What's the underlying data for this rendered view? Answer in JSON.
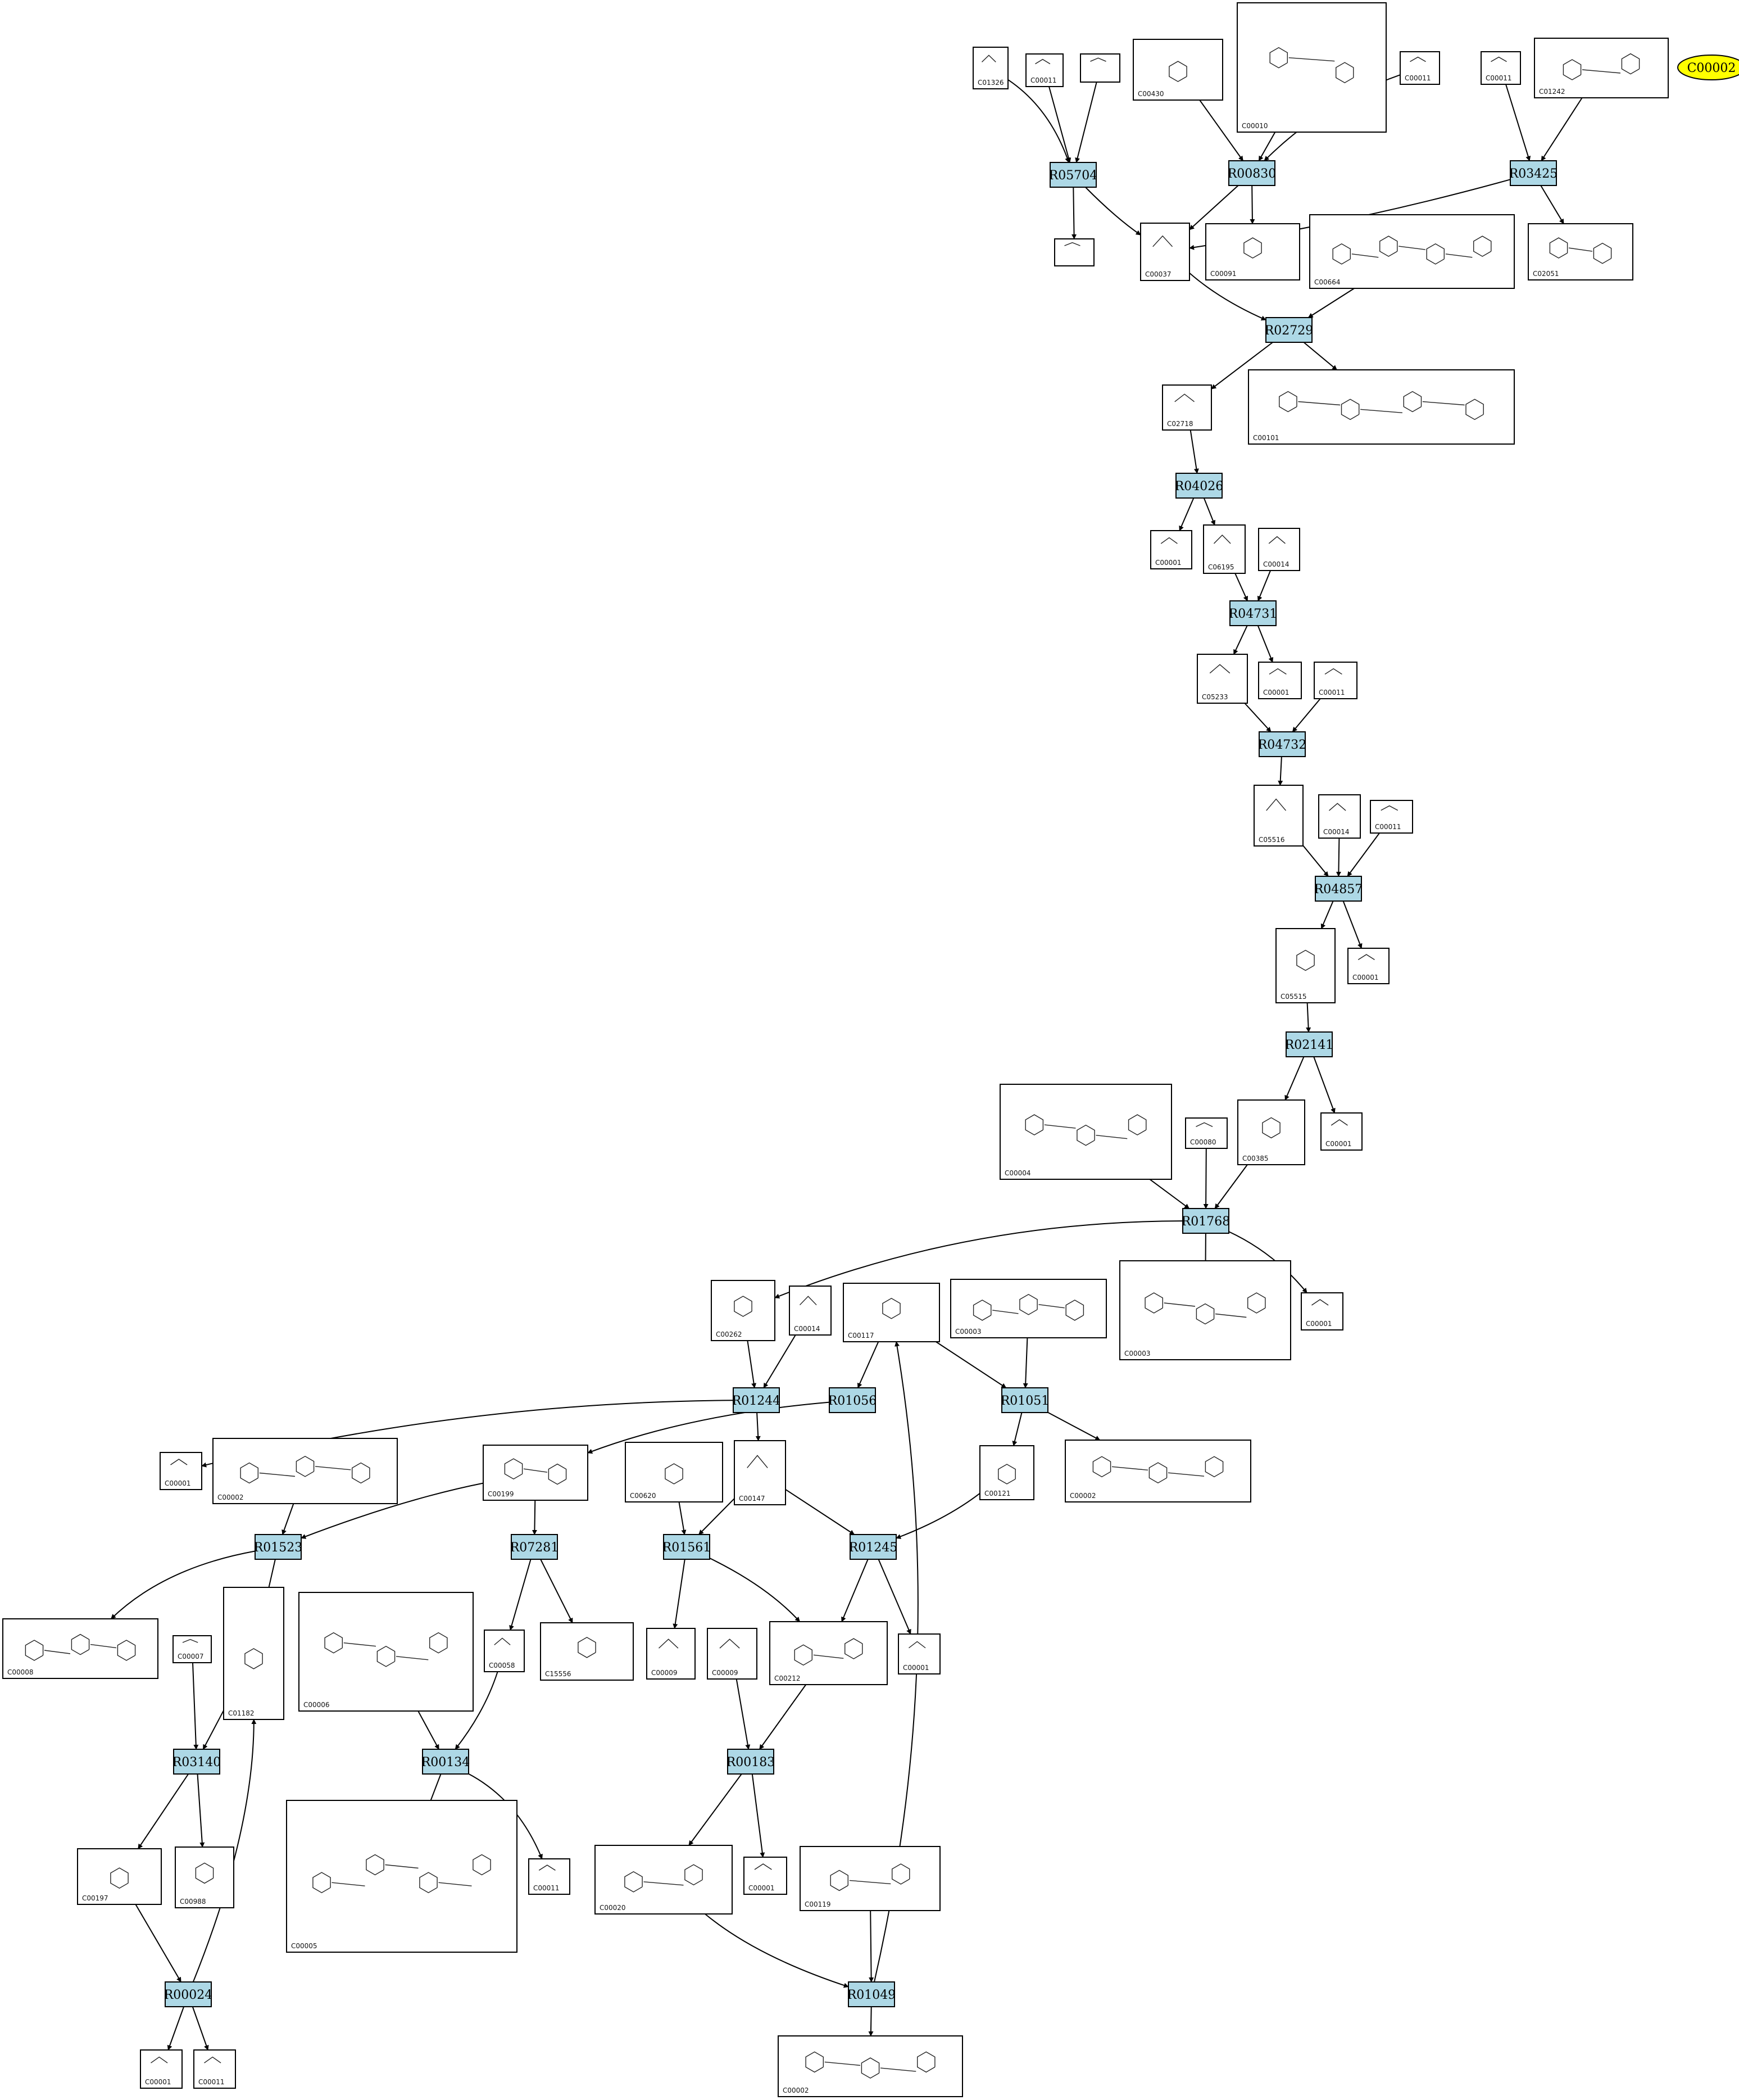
{
  "reactions": [
    {
      "id": "R05704"
    },
    {
      "id": "R00830"
    },
    {
      "id": "R03425"
    },
    {
      "id": "R02729"
    },
    {
      "id": "R04026"
    },
    {
      "id": "R04731"
    },
    {
      "id": "R04732"
    },
    {
      "id": "R04857"
    },
    {
      "id": "R02141"
    },
    {
      "id": "R01768"
    },
    {
      "id": "R01244"
    },
    {
      "id": "R01056"
    },
    {
      "id": "R01051"
    },
    {
      "id": "R01523"
    },
    {
      "id": "R07281"
    },
    {
      "id": "R01561"
    },
    {
      "id": "R01245"
    },
    {
      "id": "R03140"
    },
    {
      "id": "R00134"
    },
    {
      "id": "R00183"
    },
    {
      "id": "R00024"
    },
    {
      "id": "R01049"
    }
  ],
  "compounds": [
    {
      "key": "c1",
      "id": "C01326"
    },
    {
      "key": "c2",
      "id": "C00011"
    },
    {
      "key": "c3",
      "id": ""
    },
    {
      "key": "c4",
      "id": "C00430"
    },
    {
      "key": "c5",
      "id": "C00010"
    },
    {
      "key": "c6",
      "id": "C00011"
    },
    {
      "key": "c7",
      "id": "C00011"
    },
    {
      "key": "c8",
      "id": "C01242"
    },
    {
      "key": "c9",
      "id": ""
    },
    {
      "key": "c10",
      "id": "C00037"
    },
    {
      "key": "c11",
      "id": "C00091"
    },
    {
      "key": "c12",
      "id": "C00664"
    },
    {
      "key": "c13",
      "id": "C02051"
    },
    {
      "key": "c14",
      "id": "C02718"
    },
    {
      "key": "c15",
      "id": "C00101"
    },
    {
      "key": "c16",
      "id": "C00001"
    },
    {
      "key": "c17",
      "id": "C06195"
    },
    {
      "key": "c18",
      "id": "C00014"
    },
    {
      "key": "c19",
      "id": "C05233"
    },
    {
      "key": "c20",
      "id": "C00001"
    },
    {
      "key": "c21",
      "id": "C00011"
    },
    {
      "key": "c22",
      "id": "C05516"
    },
    {
      "key": "c23",
      "id": "C00014"
    },
    {
      "key": "c24",
      "id": "C00011"
    },
    {
      "key": "c25",
      "id": "C05515"
    },
    {
      "key": "c26",
      "id": "C00001"
    },
    {
      "key": "c27",
      "id": "C00004"
    },
    {
      "key": "c28",
      "id": "C00080"
    },
    {
      "key": "c29",
      "id": "C00385"
    },
    {
      "key": "c30",
      "id": "C00001"
    },
    {
      "key": "c31",
      "id": "C00262"
    },
    {
      "key": "c32",
      "id": "C00014"
    },
    {
      "key": "c33",
      "id": "C00117"
    },
    {
      "key": "c34",
      "id": "C00003"
    },
    {
      "key": "c35",
      "id": "C00003"
    },
    {
      "key": "c36",
      "id": "C00001"
    },
    {
      "key": "c37",
      "id": "C00001"
    },
    {
      "key": "c38",
      "id": "C00002"
    },
    {
      "key": "c39",
      "id": "C00199"
    },
    {
      "key": "c40",
      "id": "C00620"
    },
    {
      "key": "c41",
      "id": "C00147"
    },
    {
      "key": "c42",
      "id": "C00121"
    },
    {
      "key": "c43",
      "id": "C00002"
    },
    {
      "key": "c44",
      "id": "C00008"
    },
    {
      "key": "c45",
      "id": "C00007"
    },
    {
      "key": "c46",
      "id": "C01182"
    },
    {
      "key": "c47",
      "id": "C00006"
    },
    {
      "key": "c48",
      "id": "C00058"
    },
    {
      "key": "c49",
      "id": "C15556"
    },
    {
      "key": "c50",
      "id": "C00009"
    },
    {
      "key": "c51",
      "id": "C00009"
    },
    {
      "key": "c52",
      "id": "C00212"
    },
    {
      "key": "c53",
      "id": "C00001"
    },
    {
      "key": "c54",
      "id": "C00197"
    },
    {
      "key": "c55",
      "id": "C00988"
    },
    {
      "key": "c56",
      "id": "C00005"
    },
    {
      "key": "c57",
      "id": "C00011"
    },
    {
      "key": "c58",
      "id": "C00020"
    },
    {
      "key": "c59",
      "id": "C00001"
    },
    {
      "key": "c60",
      "id": "C00119"
    },
    {
      "key": "c61",
      "id": "C00001"
    },
    {
      "key": "c62",
      "id": "C00011"
    },
    {
      "key": "c63",
      "id": "C00002"
    }
  ],
  "highlight": {
    "id": "C00002"
  }
}
